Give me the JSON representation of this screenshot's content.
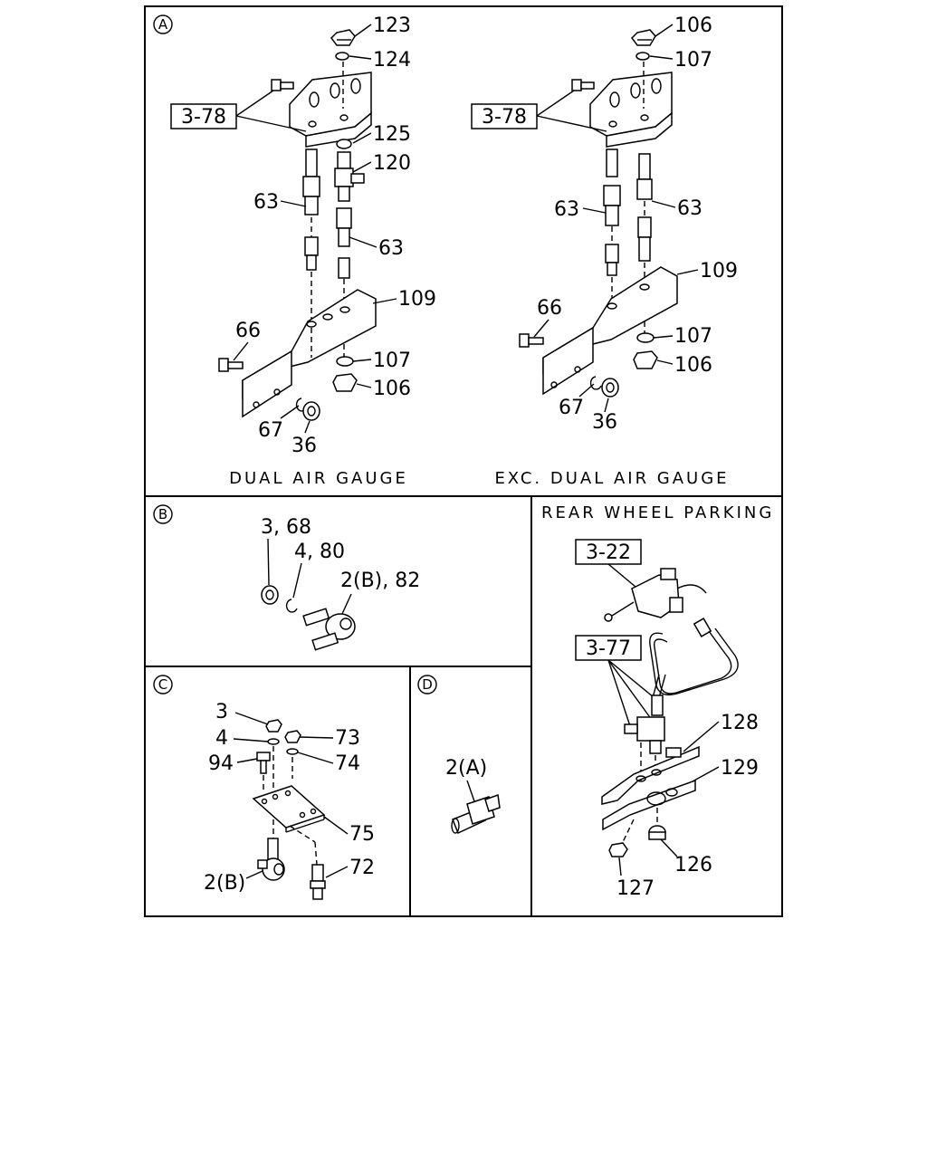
{
  "sections": {
    "a": {
      "marker": "A",
      "left": {
        "caption": "DUAL AIR GAUGE",
        "ref": "3-78",
        "callouts": [
          "123",
          "124",
          "125",
          "120",
          "63",
          "63",
          "109",
          "66",
          "107",
          "106",
          "67",
          "36"
        ]
      },
      "right": {
        "caption": "EXC. DUAL AIR GAUGE",
        "ref": "3-78",
        "callouts": [
          "106",
          "107",
          "63",
          "63",
          "109",
          "66",
          "107",
          "106",
          "67",
          "36"
        ]
      }
    },
    "b": {
      "marker": "B",
      "callouts": [
        "3, 68",
        "4, 80",
        "2(B), 82"
      ]
    },
    "rear": {
      "caption": "REAR WHEEL PARKING",
      "refs": [
        "3-22",
        "3-77"
      ],
      "callouts": [
        "128",
        "129",
        "126",
        "127"
      ]
    },
    "c": {
      "marker": "C",
      "callouts": [
        "3",
        "4",
        "73",
        "94",
        "74",
        "75",
        "2(B)",
        "72"
      ]
    },
    "d": {
      "marker": "D",
      "callouts": [
        "2(A)"
      ]
    }
  },
  "icons": [
    "circle-letter-marker",
    "bolt-icon",
    "nut-icon",
    "washer-icon",
    "bracket-icon",
    "hose-fitting-icon"
  ],
  "colors": {
    "ink": "#000000",
    "paper": "#ffffff"
  }
}
